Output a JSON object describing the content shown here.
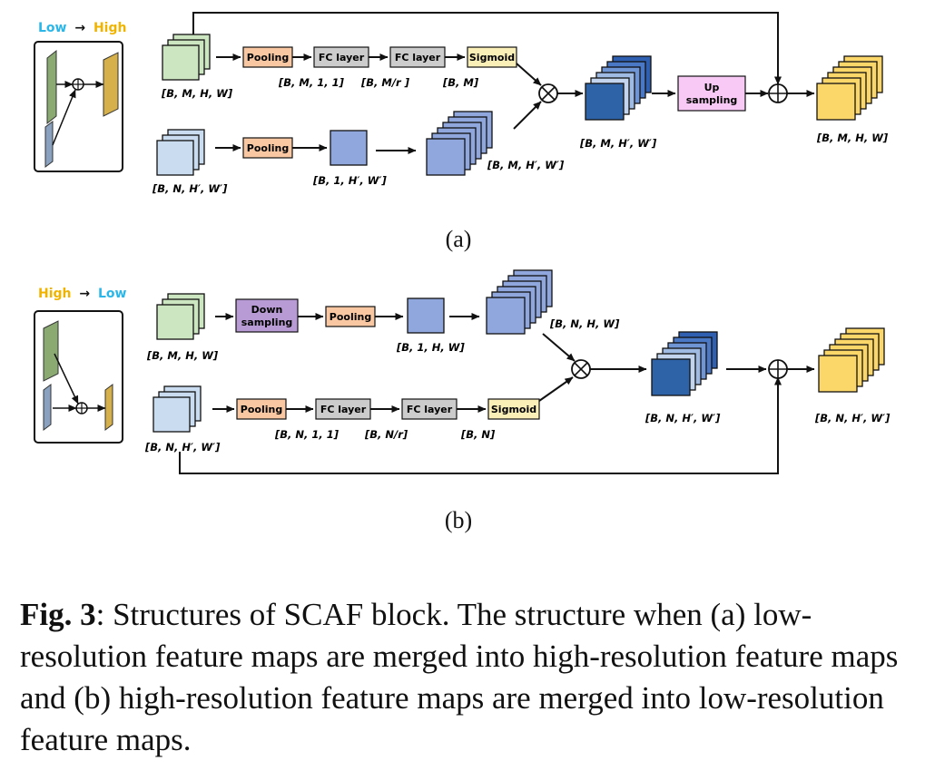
{
  "panel_a": {
    "legend": {
      "from": "Low",
      "arrow": "→",
      "to": "High"
    },
    "blocks": {
      "pool1": "Pooling",
      "fc1": "FC layer",
      "fc2": "FC layer",
      "sig": "Sigmoid",
      "pool2": "Pooling",
      "up1": "Up",
      "up2": "sampling"
    },
    "dims": {
      "in_high": "[B, M, H, W]",
      "pool_out": "[B, M, 1, 1]",
      "fc1_out": "[B, M/r ]",
      "sig_out": "[B, M]",
      "in_low": "[B, N, H′, W′]",
      "pool2_out": "[B, 1, H′, W′]",
      "rep_out": "[B, M, H′, W′]",
      "mult_out": "[B, M, H′, W′]",
      "final_out": "[B, M, H, W]"
    },
    "label": "(a)"
  },
  "panel_b": {
    "legend": {
      "from": "High",
      "arrow": "→",
      "to": "Low"
    },
    "blocks": {
      "down1": "Down",
      "down2": "sampling",
      "pool1": "Pooling",
      "pool2": "Pooling",
      "fc1": "FC layer",
      "fc2": "FC layer",
      "sig": "Sigmoid"
    },
    "dims": {
      "in_high": "[B, M, H, W]",
      "pool_out": "[B, 1, H, W]",
      "rep_out": "[B, N, H, W]",
      "in_low": "[B, N, H′, W′]",
      "pool2_out": "[B, N, 1, 1]",
      "fc_out": "[B, N/r]",
      "sig_out": "[B, N]",
      "mult_out": "[B, N, H′, W′]",
      "final_out": "[B, N, H′, W′]"
    },
    "label": "(b)"
  },
  "caption": {
    "label": "Fig. 3",
    "text": ":  Structures of SCAF block.  The structure when (a) low-resolution feature maps are merged into high-resolution feature maps and (b) high-resolution feature maps are merged into low-resolution feature maps."
  }
}
